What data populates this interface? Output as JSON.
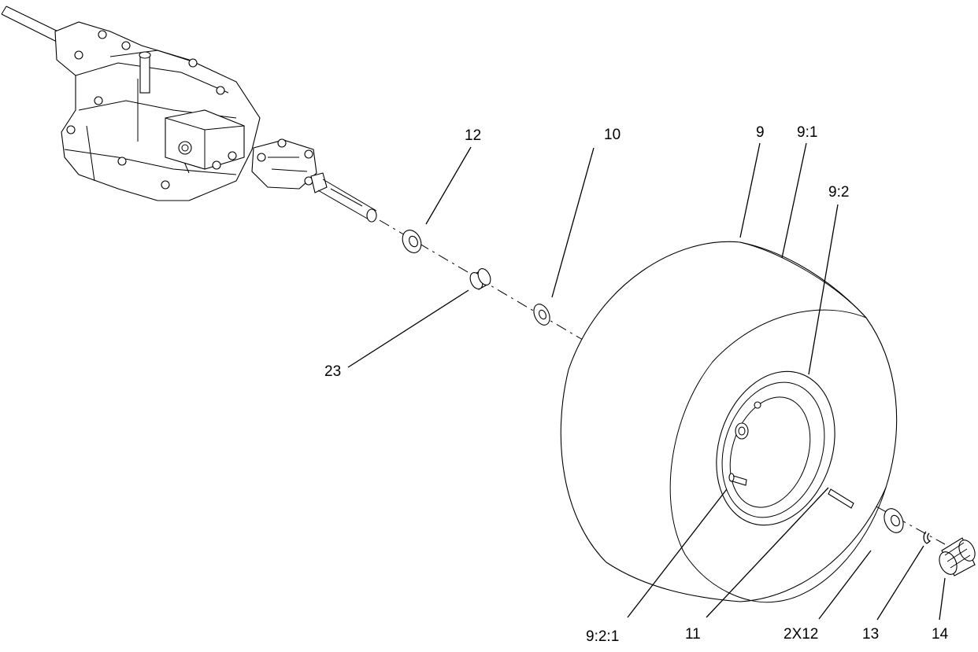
{
  "callouts": {
    "c12": "12",
    "c10": "10",
    "c9": "9",
    "c9_1": "9:1",
    "c9_2": "9:2",
    "c23": "23",
    "c9_2_1": "9:2:1",
    "c11": "11",
    "c2x12": "2X12",
    "c13": "13",
    "c14": "14"
  },
  "colors": {
    "ink": "#000000",
    "paper": "#ffffff"
  }
}
